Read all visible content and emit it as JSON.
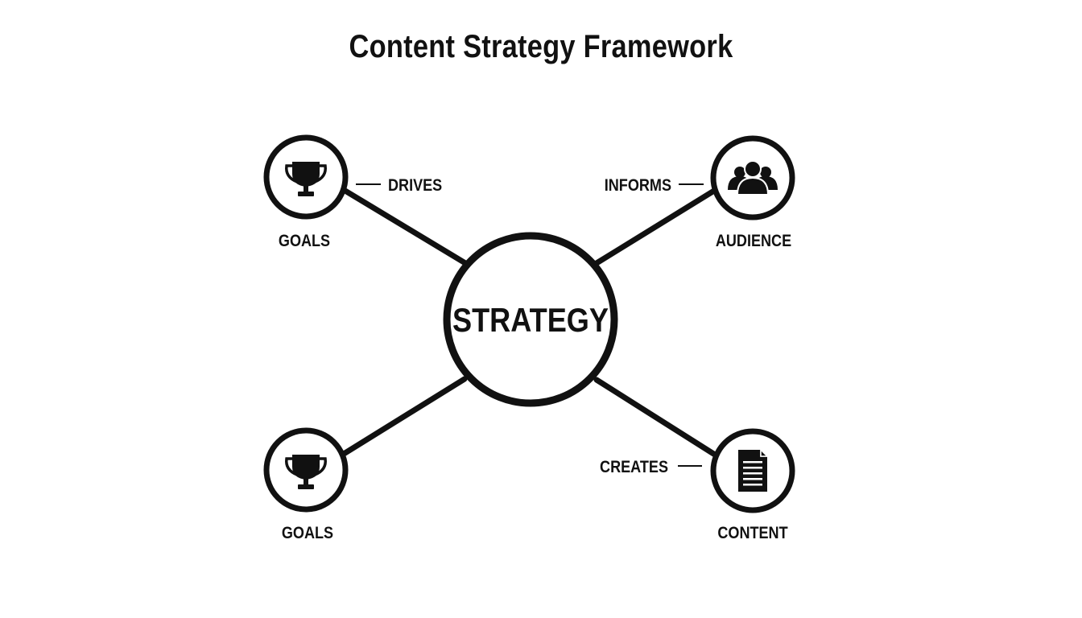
{
  "title": "Content Strategy Framework",
  "center": {
    "label": "STRATEGY"
  },
  "nodes": [
    {
      "id": "top-left",
      "label": "GOALS",
      "icon": "trophy-icon"
    },
    {
      "id": "top-right",
      "label": "AUDIENCE",
      "icon": "people-icon"
    },
    {
      "id": "bottom-left",
      "label": "GOALS",
      "icon": "trophy-icon"
    },
    {
      "id": "bottom-right",
      "label": "CONTENT",
      "icon": "document-icon"
    }
  ],
  "edges": [
    {
      "from": "top-left",
      "label": "DRIVES"
    },
    {
      "from": "top-right",
      "label": "INFORMS"
    },
    {
      "from": "bottom-left",
      "label": ""
    },
    {
      "from": "bottom-right",
      "label": "CREATES"
    }
  ],
  "colors": {
    "stroke": "#111111",
    "background": "#ffffff"
  }
}
